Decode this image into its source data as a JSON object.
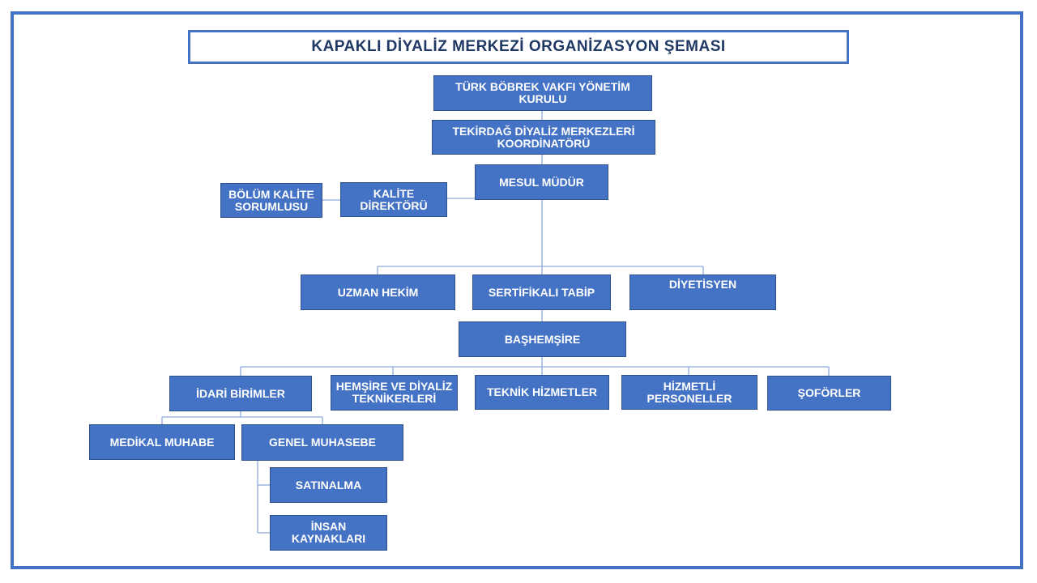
{
  "title": "KAPAKLI DİYALİZ MERKEZİ ORGANİZASYON ŞEMASI",
  "colors": {
    "box_fill": "#4472c4",
    "box_border": "#2f528f",
    "line": "#8eaadb",
    "title_text": "#1f3864",
    "frame": "#4472c4"
  },
  "nodes": {
    "turk_bobrek": "TÜRK BÖBREK VAKFI YÖNETİM\nKURULU",
    "tekirdag_koordinator": "TEKİRDAĞ DİYALİZ MERKEZLERİ\nKOORDİNATÖRÜ",
    "mesul_mudur": "MESUL MÜDÜR",
    "kalite_direktoru": "KALİTE\nDİREKTÖRÜ",
    "bolum_kalite": "BÖLÜM KALİTE\nSORUMLUSU",
    "uzman_hekim": "UZMAN HEKİM",
    "sertifikali_tabip": "SERTİFİKALI TABİP",
    "diyetisyen": "DİYETİSYEN",
    "bashemsire": "BAŞHEMŞİRE",
    "idari_birimler": "İDARİ BİRİMLER",
    "hemsire_diyaliz": "HEMŞİRE VE DİYALİZ\nTEKNİKERLERİ",
    "teknik_hizmetler": "TEKNİK HİZMETLER",
    "hizmetli_personeller": "HİZMETLİ\nPERSONELLER",
    "soforler": "ŞOFÖRLER",
    "medikal_muhabe": "MEDİKAL MUHABE",
    "genel_muhasebe": "GENEL MUHASEBE",
    "satinalma": "SATINALMA",
    "insan_kaynaklari": "İNSAN\nKAYNAKLARI"
  }
}
